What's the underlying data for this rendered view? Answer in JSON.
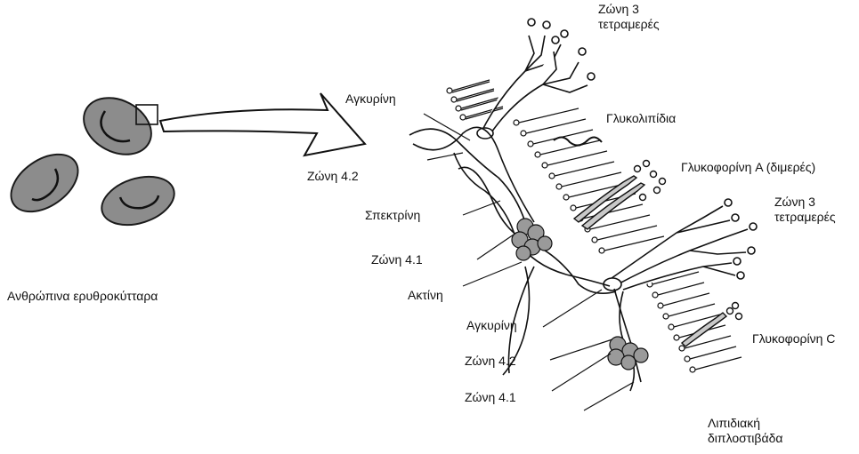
{
  "labels": {
    "rbc": "Ανθρώπινα ερυθροκύτταρα",
    "band3_top_line1": "Ζώνη 3",
    "band3_top_line2": "τετραμερές",
    "ankyrin_top": "Αγκυρίνη",
    "glycolipids": "Γλυκολιπίδια",
    "band42_top": "Ζώνη 4.2",
    "glycophorin_a": "Γλυκοφορίνη A (διμερές)",
    "spectrin": "Σπεκτρίνη",
    "band3_mid_line1": "Ζώνη 3",
    "band3_mid_line2": "τετραμερές",
    "band41_top": "Ζώνη 4.1",
    "actin": "Ακτίνη",
    "ankyrin_bottom": "Αγκυρίνη",
    "glycophorin_c": "Γλυκοφορίνη C",
    "band42_bottom": "Ζώνη 4.2",
    "band41_bottom": "Ζώνη 4.1",
    "lipid_bilayer_line1": "Λιπιδιακή",
    "lipid_bilayer_line2": "διπλοστιβάδα"
  },
  "colors": {
    "cell_fill": "#8c8c8c",
    "cell_stroke": "#1a1a1a",
    "protein_fill": "#9a9a9a",
    "line": "#111111"
  }
}
